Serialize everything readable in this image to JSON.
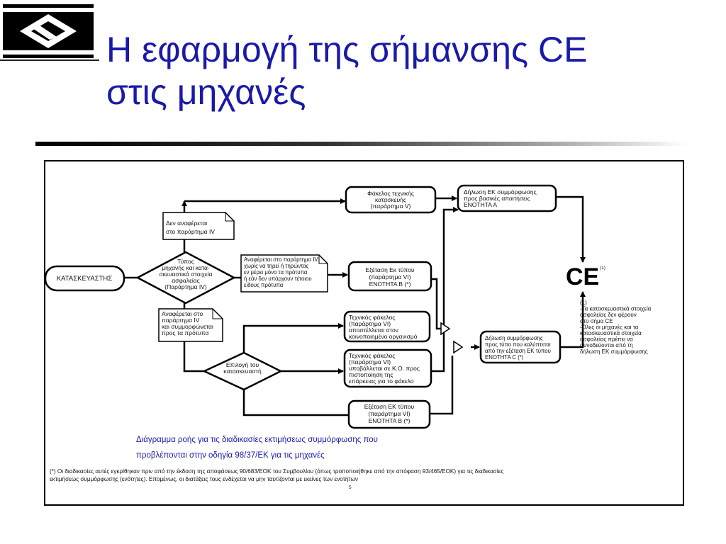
{
  "title": {
    "line1": "Η εφαρμογή της σήμανσης CE",
    "line2": "στις μηχανές"
  },
  "icons": {
    "logo": "company-logo"
  },
  "diagram": {
    "manufacturer": "ΚΑΤΑΣΚΕΥΑΣΤΗΣ",
    "type_diamond": [
      "Τύπος",
      "μηχανής και κατα-",
      "σκευαστικά στοιχεία",
      "ασφαλείας",
      "(Παράρτημα IV)"
    ],
    "note_not_annex": [
      "Δεν αναφέρεται",
      "στο παράρτημα IV"
    ],
    "note_annex_conform": [
      "Αναφέρεται στο",
      "παράρτημα IV",
      "και συμμορφώνεται",
      "προς τα πρότυπα"
    ],
    "note_annex_partial": [
      "Αναφέρεται στο παράρτημα IV",
      "χωρίς να τηρεί ή τηρώντας",
      "εν μέρει μόνο τα πρότυπα",
      "ή εάν δεν υπάρχουν τέτοιου",
      "είδους πρότυπα"
    ],
    "tech_file": [
      "Φάκελος τεχνικής",
      "κατασκευής",
      "(παράρτημα V)"
    ],
    "decl_a": [
      "Δήλωση ΕΚ συμμόρφωσης",
      "προς βασικές απαιτήσεις",
      "ΕΝΟΤΗΤΑ Α"
    ],
    "exam_b1": [
      "Εξέταση Εκ τύπου",
      "(παράρτημα VI)",
      "ΕΝΟΤΗΤΑ Β (*)"
    ],
    "choice_diamond": [
      "Επιλογή του",
      "κατασκευαστή"
    ],
    "tech_file_sent": [
      "Τεχνικός φάκελος",
      "(παράρτημα VI)",
      "αποστέλλεται στον",
      "κοινοποιημένο οργανισμό"
    ],
    "tech_file_submitted": [
      "Τεχνικός φάκελος",
      "(παράρτημα VI)",
      "υποβάλλεται σε Κ.Ο. προς",
      "πιστοποίηση της",
      "επάρκειας για το φάκελο"
    ],
    "exam_b2": [
      "Εξέταση ΕΚ τύπου",
      "(παράρτημα VI)",
      "ΕΝΟΤΗΤΑ Β (*)"
    ],
    "decl_c": [
      "Δήλωση συμμόρφωσης",
      "προς τύπο που καλύπτεται",
      "από την εξέταση ΕΚ τύπου",
      "ΕΝΟΤΗΤΑ C (*)"
    ],
    "ce_mark": "CE",
    "ce_footnote_ref": "(1)",
    "ce_note": [
      "(1)",
      "-Τα κατασκευαστικά στοιχεία",
      "ασφαλείας δεν φέρουν",
      "στο σήμα CE",
      "-Όλες οι μηχανές και τα",
      "κατασκευαστικά στοιχεία",
      "ασφαλείας πρέπει να",
      "συνοδεύονται από τη",
      "δήλωση ΕΚ συμμόρφωσης"
    ],
    "caption": [
      "Διάγραμμα ροής για τις διαδικασίες εκτιμήσεως συμμόρφωσης που",
      "προβλέπονται στην οδηγία 98/37/ΕΚ για τις μηχανές"
    ],
    "footnote": [
      "(*)  Οι διαδικασίες αυτές εγκρίθηκαν πριν από την έκδοση της αποφάσεως 90/683/ΕΟΚ του Συμβουλίου (όπως τροποποιήθηκε από την απόφαση 93/465/ΕΟΚ) για τις διαδικασίες",
      "εκτιμήσεως συμμόρφωσης (ενότητες). Επομένως, οι διατάξεις τους ενδέχεται να μην ταυτίζονται με εκείνες των ενοτήτων"
    ],
    "page_number": "5"
  }
}
